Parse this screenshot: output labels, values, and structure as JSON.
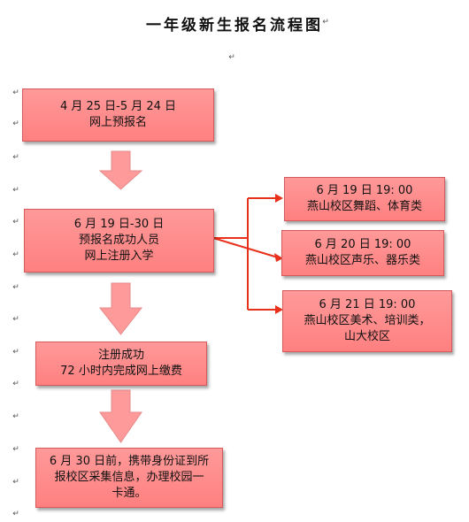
{
  "title": "一年级新生报名流程图",
  "boxes": {
    "step1": [
      "4 月 25 日-5 月 24 日",
      "网上预报名"
    ],
    "step2": [
      "6 月 19 日-30 日",
      "预报名成功人员",
      "网上注册入学"
    ],
    "step3": [
      "注册成功",
      "72 小时内完成网上缴费"
    ],
    "step4": [
      "6 月 30 日前，携带身份证到所",
      "报校区采集信息，办理校园一",
      "卡通。"
    ],
    "branch1": [
      "6 月 19 日 19: 00",
      "燕山校区舞蹈、体育类"
    ],
    "branch2": [
      "6 月 20 日 19: 00",
      "燕山校区声乐、器乐类"
    ],
    "branch3": [
      "6 月 21 日 19: 00",
      "燕山校区美术、培训类，",
      "山大校区"
    ]
  },
  "colors": {
    "box_fill": "#ff8c8c",
    "arrow_fill": "#ff9a9a",
    "connector": "#e8301a"
  }
}
